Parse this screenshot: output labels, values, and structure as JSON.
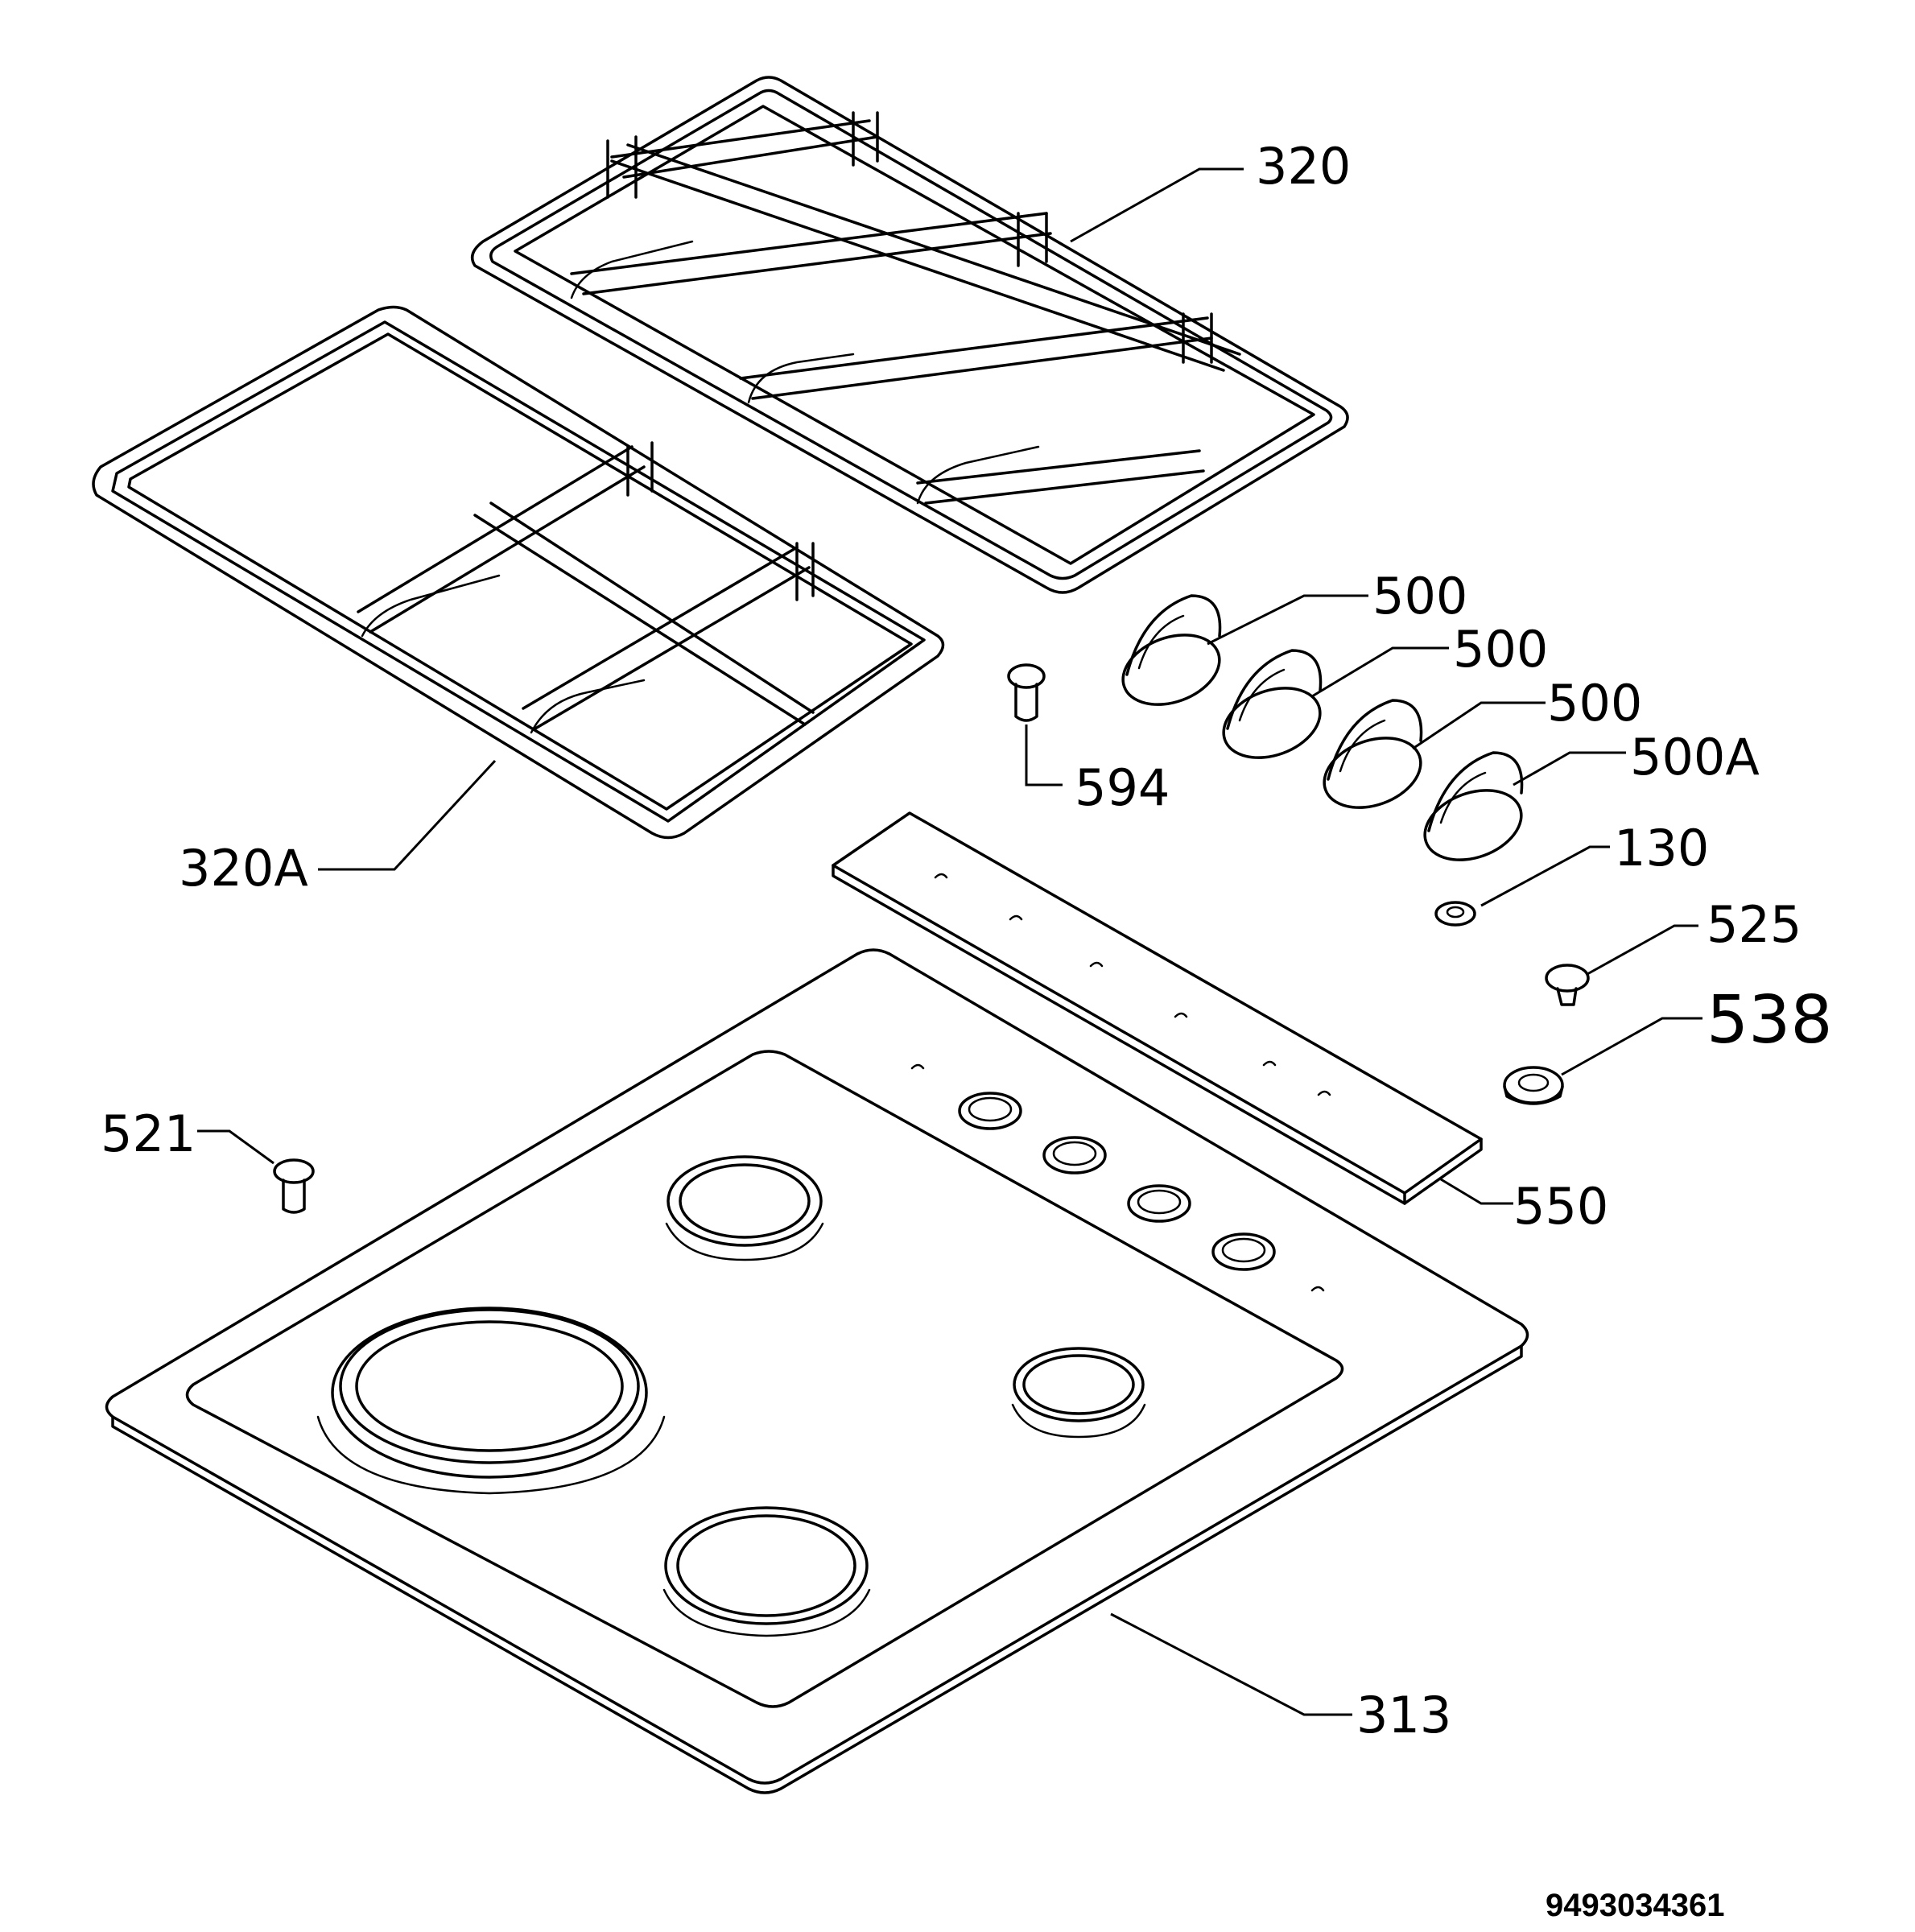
{
  "labels": {
    "grate_main": "320",
    "grate_side": "320A",
    "knob_1": "500",
    "knob_2": "500",
    "knob_3": "500",
    "knob_4": "500A",
    "screw_594": "594",
    "part_130": "130",
    "part_525": "525",
    "part_538": "538",
    "panel_550": "550",
    "part_521": "521",
    "hob_313": "313"
  },
  "document_number": "9493034361"
}
